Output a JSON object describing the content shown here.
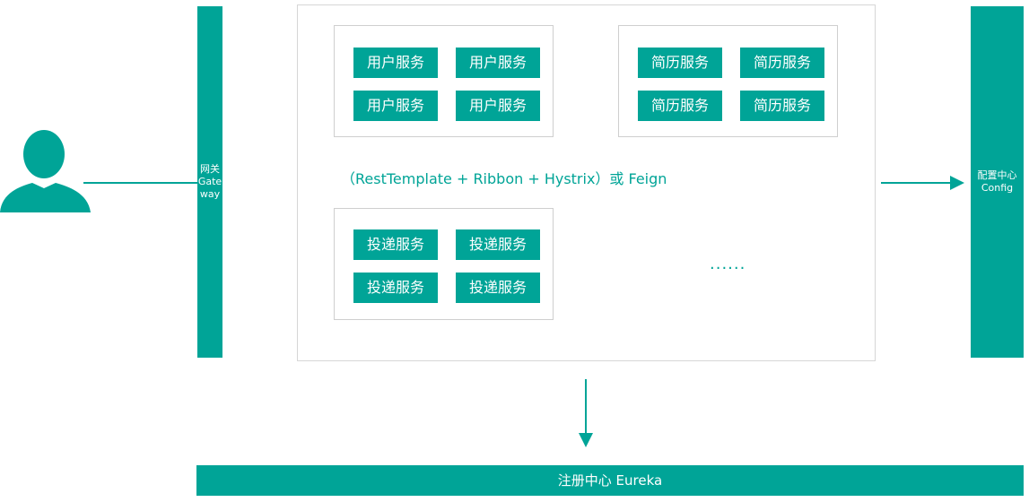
{
  "gateway": {
    "line1": "网关",
    "line2": "Gate",
    "line3": "way"
  },
  "config": {
    "line1": "配置中心",
    "line2": "Config"
  },
  "registry": {
    "label": "注册中心 Eureka"
  },
  "middle": {
    "call_text": "（RestTemplate + Ribbon + Hystrix）或 Feign",
    "ellipsis": "......"
  },
  "groups": {
    "user": {
      "services": [
        "用户服务",
        "用户服务",
        "用户服务",
        "用户服务"
      ]
    },
    "resume": {
      "services": [
        "简历服务",
        "简历服务",
        "简历服务",
        "简历服务"
      ]
    },
    "delivery": {
      "services": [
        "投递服务",
        "投递服务",
        "投递服务",
        "投递服务"
      ]
    }
  },
  "colors": {
    "accent": "#00a497",
    "user_icon": "#00a497",
    "border": "#d6d6d6"
  },
  "icons": {
    "user": "user-silhouette-icon"
  }
}
